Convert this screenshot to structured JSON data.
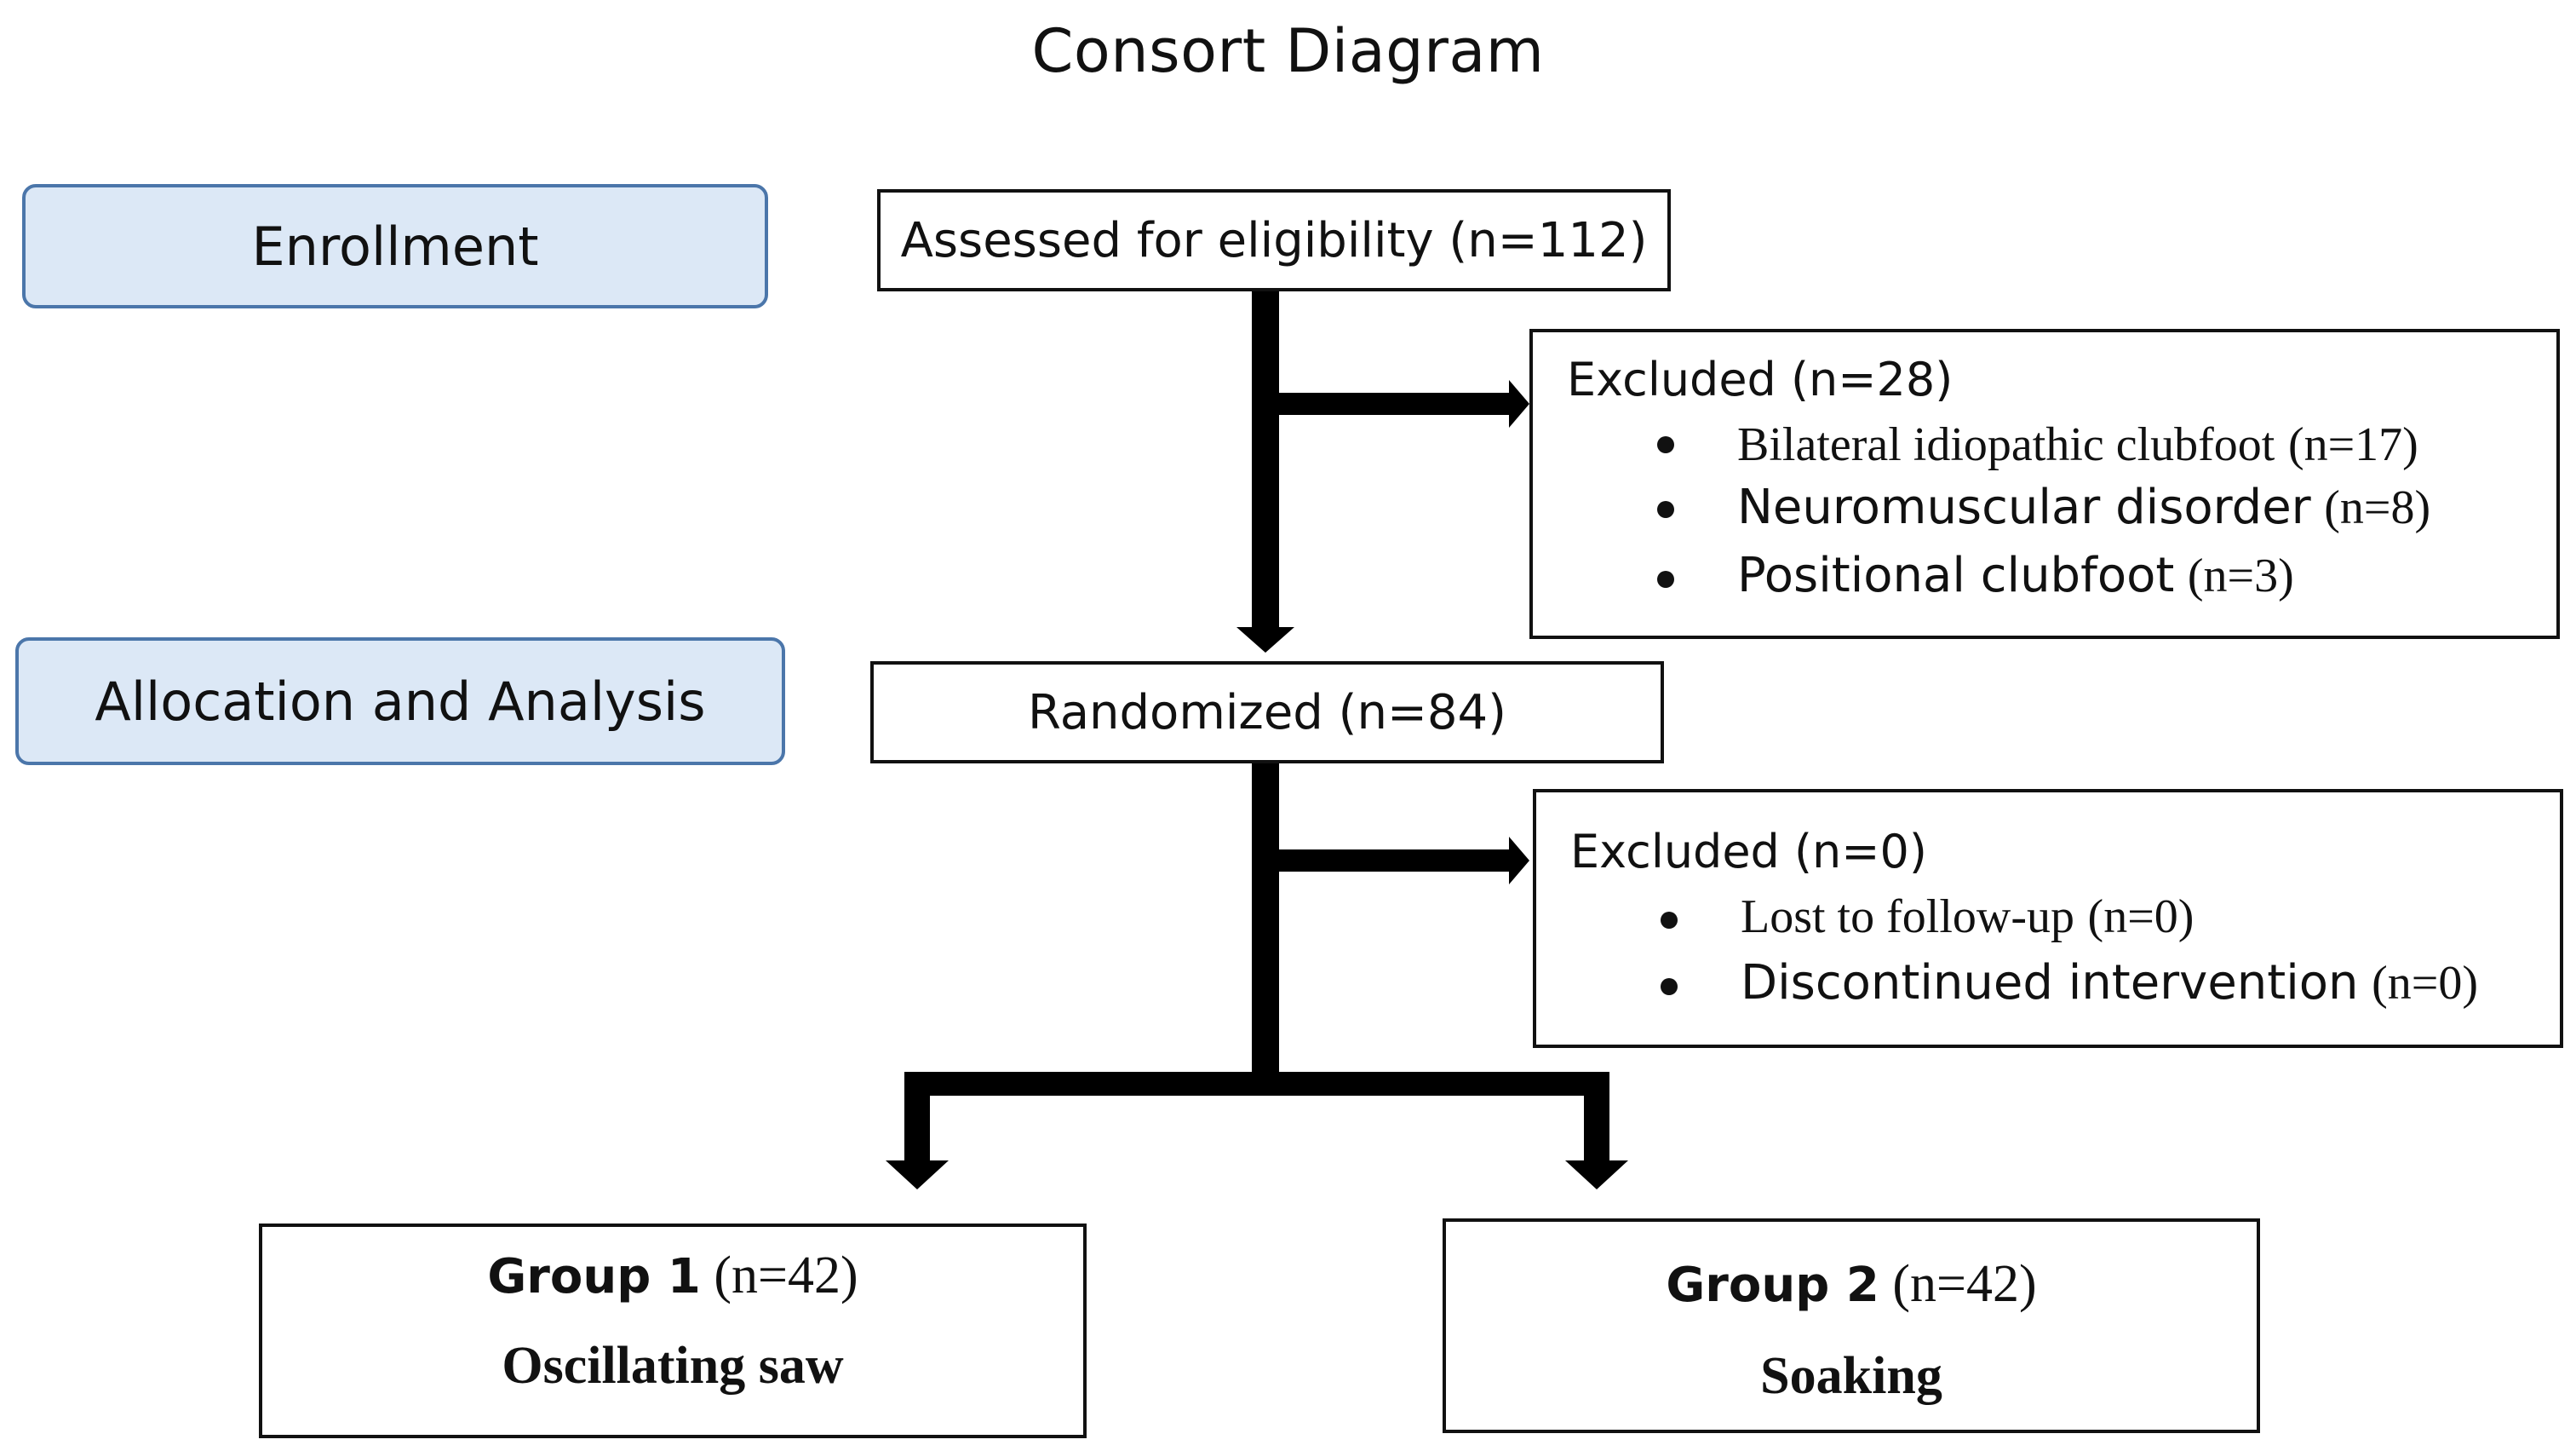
{
  "title": "Consort Diagram",
  "stages": {
    "enrollment": "Enrollment",
    "allocation": "Allocation and Analysis"
  },
  "assessed": "Assessed for eligibility (n=112)",
  "exclusion_1": {
    "heading": "Excluded (n=28)",
    "items": [
      {
        "label": "Bilateral idiopathic clubfoot",
        "count": "(n=17)"
      },
      {
        "label": "Neuromuscular disorder",
        "count": "(n=8)"
      },
      {
        "label": "Positional clubfoot",
        "count": "(n=3)"
      }
    ]
  },
  "randomized": "Randomized (n=84)",
  "exclusion_2": {
    "heading": "Excluded (n=0)",
    "items": [
      {
        "label": "Lost to follow-up",
        "count": "(n=0)"
      },
      {
        "label": "Discontinued intervention",
        "count": "(n=0)"
      }
    ]
  },
  "groups": [
    {
      "name": "Group 1",
      "count": "(n=42)",
      "intervention": "Oscillating saw"
    },
    {
      "name": "Group 2",
      "count": "(n=42)",
      "intervention": "Soaking"
    }
  ]
}
